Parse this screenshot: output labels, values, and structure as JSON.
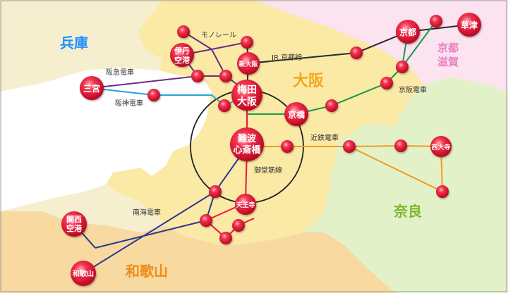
{
  "regions": {
    "hyogo": "兵庫",
    "osaka": "大阪",
    "kyoto_shiga": [
      "京都",
      "滋賀"
    ],
    "nara": "奈良",
    "wakayama": "和歌山"
  },
  "lines": {
    "monorail": "モノレール",
    "jr_kyoto": "JR 京都線",
    "hankyu": "阪急電車",
    "hanshin": "阪神電車",
    "keihan": "京阪電車",
    "kintetsu": "近鉄電車",
    "midosuji": "御堂筋線",
    "nankai": "南海電車"
  },
  "stations": {
    "itami": [
      "伊丹",
      "空港"
    ],
    "shin_osaka": "新大阪",
    "sannomiya": "三宮",
    "umeda": [
      "梅田",
      "大阪"
    ],
    "kyobashi": "京橋",
    "namba": [
      "難波",
      "心斎橋"
    ],
    "tennoji": "天王寺",
    "kix": [
      "関西",
      "空港"
    ],
    "wakayama": "和歌山",
    "kyoto": "京都",
    "kusatsu": "草津",
    "saidaiji": "西大寺"
  },
  "colors": {
    "sea": "#ffffff",
    "osaka_land": "#fbe9a6",
    "hyogo_land": "#f6efcf",
    "kyoto_land": "#fbe3f0",
    "nara_land": "#e3f1c8",
    "wakayama_land": "#f8d9a0",
    "station": "#e8173a",
    "monorail": "#6b2c86",
    "hankyu": "#6b2c86",
    "hanshin": "#2aa3d9",
    "jr_kyoto": "#2b2b2b",
    "keihan": "#1a9a49",
    "kintetsu": "#f29a1e",
    "midosuji": "#e8173a",
    "nankai": "#2b3a8f",
    "region_hyogo": "#1e90ff",
    "region_osaka": "#f2a81d",
    "region_kyoto": "#ec7fbf",
    "region_nara": "#7bb62e",
    "region_wakayama": "#ee8c1a"
  }
}
